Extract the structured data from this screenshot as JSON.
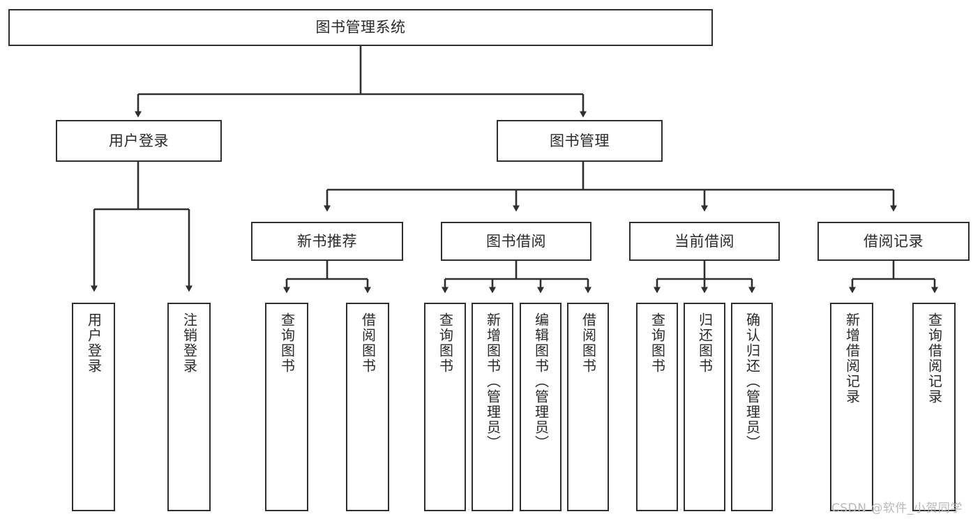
{
  "diagram": {
    "type": "tree",
    "title": "图书管理系统",
    "watermark": "CSDN @软件_小贺同学",
    "colors": {
      "stroke": "#2f2f2f",
      "fill": "#ffffff",
      "text": "#2a2a2a",
      "watermark": "#b9b9b9"
    },
    "nodes": {
      "root": {
        "label": "图书管理系统"
      },
      "level2": [
        {
          "id": "user-login",
          "label": "用户登录"
        },
        {
          "id": "book-manage",
          "label": "图书管理"
        }
      ],
      "level3": [
        {
          "id": "new-book-rec",
          "label": "新书推荐"
        },
        {
          "id": "book-borrow",
          "label": "图书借阅"
        },
        {
          "id": "current-borrow",
          "label": "当前借阅"
        },
        {
          "id": "borrow-record",
          "label": "借阅记录"
        }
      ],
      "leaves": [
        {
          "id": "leaf-user-login",
          "label": "用户登录"
        },
        {
          "id": "leaf-user-logout",
          "label": "注销登录"
        },
        {
          "id": "leaf-query-book-1",
          "label": "查询图书"
        },
        {
          "id": "leaf-borrow-book-1",
          "label": "借阅图书"
        },
        {
          "id": "leaf-query-book-2",
          "label": "查询图书"
        },
        {
          "id": "leaf-add-book",
          "label": "新增图书（管理员）"
        },
        {
          "id": "leaf-edit-book",
          "label": "编辑图书（管理员）"
        },
        {
          "id": "leaf-borrow-book-2",
          "label": "借阅图书"
        },
        {
          "id": "leaf-query-book-3",
          "label": "查询图书"
        },
        {
          "id": "leaf-return-book",
          "label": "归还图书"
        },
        {
          "id": "leaf-confirm-return",
          "label": "确认归还（管理员）"
        },
        {
          "id": "leaf-add-record",
          "label": "新增借阅记录"
        },
        {
          "id": "leaf-query-record",
          "label": "查询借阅记录"
        }
      ]
    }
  }
}
